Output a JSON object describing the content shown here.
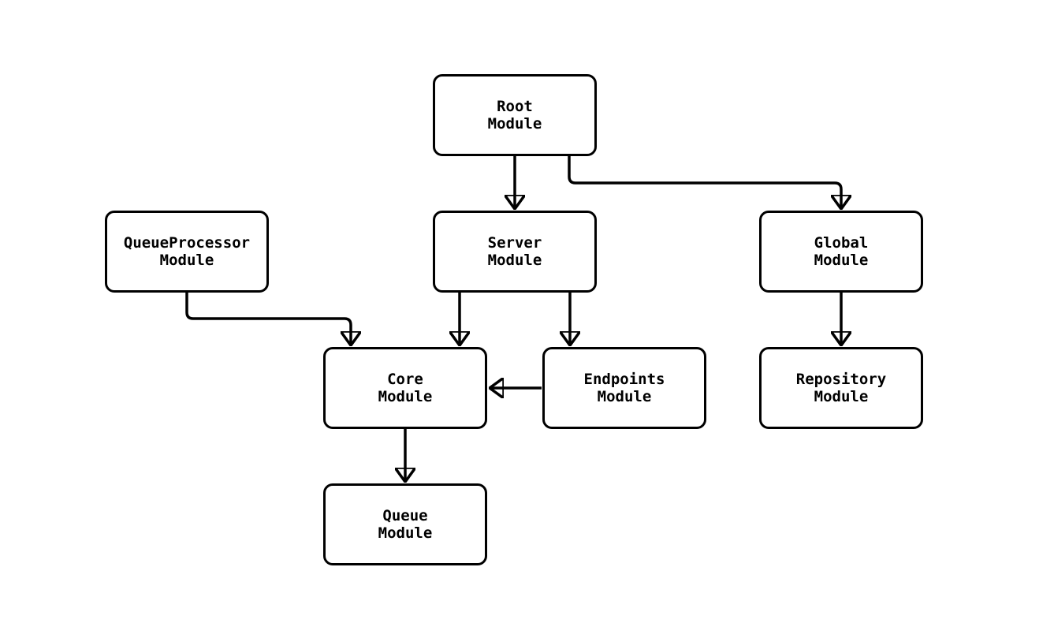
{
  "diagram": {
    "type": "module-dependency-graph",
    "background_color": "#ffffff",
    "node_border_color": "#000000",
    "node_fill_color": "#ffffff",
    "edge_color": "#000000",
    "text_color": "#000000",
    "nodes": [
      {
        "id": "root",
        "label": "Root\nModule"
      },
      {
        "id": "queueprocessor",
        "label": "QueueProcessor\nModule"
      },
      {
        "id": "server",
        "label": "Server\nModule"
      },
      {
        "id": "global",
        "label": "Global\nModule"
      },
      {
        "id": "core",
        "label": "Core\nModule"
      },
      {
        "id": "endpoints",
        "label": "Endpoints\nModule"
      },
      {
        "id": "repository",
        "label": "Repository\nModule"
      },
      {
        "id": "queue",
        "label": "Queue\nModule"
      }
    ],
    "edges": [
      {
        "from": "root",
        "to": "server"
      },
      {
        "from": "root",
        "to": "global"
      },
      {
        "from": "queueprocessor",
        "to": "core"
      },
      {
        "from": "server",
        "to": "core"
      },
      {
        "from": "server",
        "to": "endpoints"
      },
      {
        "from": "endpoints",
        "to": "core"
      },
      {
        "from": "global",
        "to": "repository"
      },
      {
        "from": "core",
        "to": "queue"
      }
    ]
  }
}
